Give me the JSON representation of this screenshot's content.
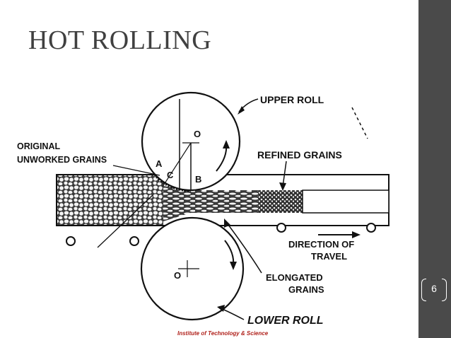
{
  "slide": {
    "title": "HOT ROLLING",
    "page_number": "6"
  },
  "diagram": {
    "labels": {
      "upper_roll": "UPPER ROLL",
      "lower_roll": "LOWER ROLL",
      "original_line1": "ORIGINAL",
      "original_line2": "UNWORKED GRAINS",
      "refined": "REFINED GRAINS",
      "direction_line1": "DIRECTION OF",
      "direction_line2": "TRAVEL",
      "elongated_line1": "ELONGATED",
      "elongated_line2": "GRAINS",
      "point_o_upper": "O",
      "point_a": "A",
      "point_b": "B",
      "point_c": "C",
      "point_o_lower": "O"
    },
    "credit_text": "Institute of Technology & Science"
  },
  "colors": {
    "sidebar": "#4a4a4a",
    "title": "#404040",
    "credit": "#b0211b"
  }
}
